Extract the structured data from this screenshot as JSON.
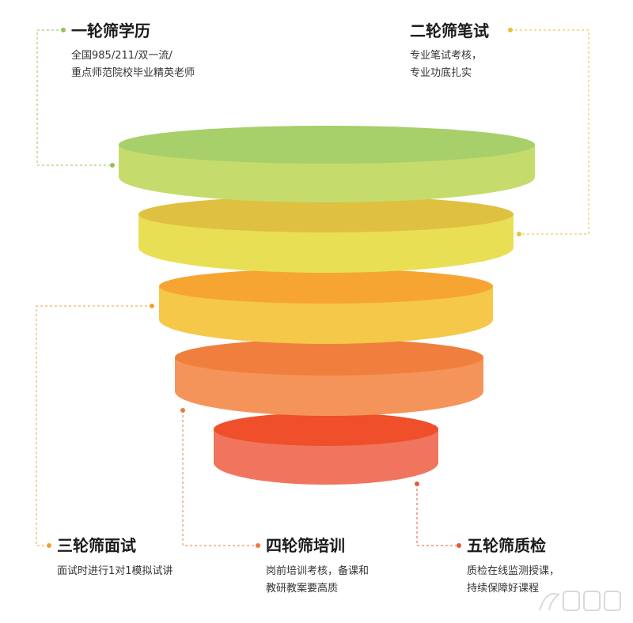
{
  "stages": [
    {
      "title": "一轮筛学历",
      "desc": "全国985/211/双一流/\n重点师范院校毕业精英老师",
      "color_top": "#a7cf6a",
      "color_side": "#c5dc6c",
      "accent": "#8fc45a"
    },
    {
      "title": "二轮筛笔试",
      "desc": "专业笔试考核，\n专业功底扎实",
      "color_top": "#e0c040",
      "color_side": "#e9df55",
      "accent": "#e8c237"
    },
    {
      "title": "三轮筛面试",
      "desc": "面试时进行1对1模拟试讲",
      "color_top": "#f6a533",
      "color_side": "#f5c84a",
      "accent": "#f0a030"
    },
    {
      "title": "四轮筛培训",
      "desc": "岗前培训考核，备课和\n教研教案要高质",
      "color_top": "#f07f3e",
      "color_side": "#f5945a",
      "accent": "#ec7a3a"
    },
    {
      "title": "五轮筛质检",
      "desc": "质检在线监测授课，\n持续保障好课程",
      "color_top": "#ef4f2a",
      "color_side": "#f1755e",
      "accent": "#e85a30"
    }
  ]
}
